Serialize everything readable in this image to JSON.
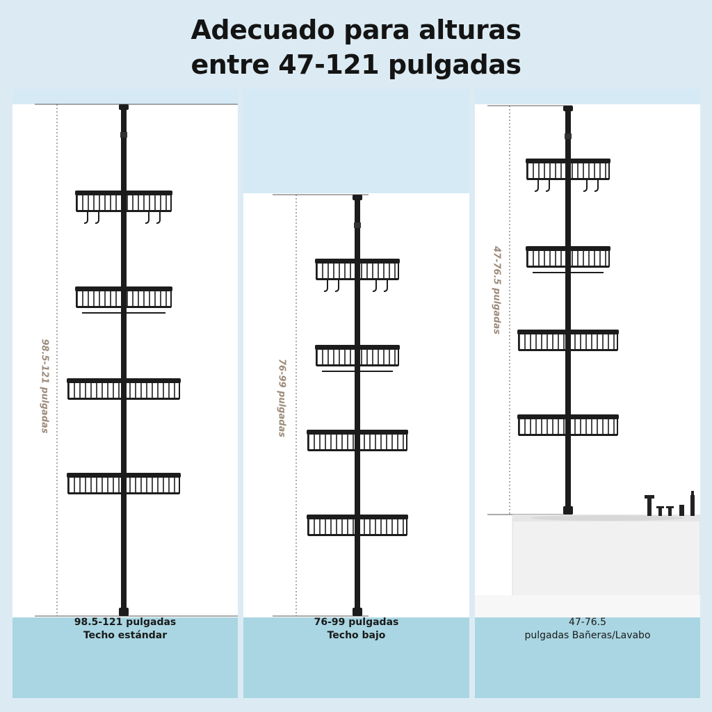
{
  "title": {
    "line1": "Adecuado para alturas",
    "line2": "entre 47-121 pulgadas"
  },
  "panels": [
    {
      "height_label": "98.5-121 pulgadas",
      "caption_line1": "98.5-121 pulgadas",
      "caption_line2": "Techo estándar"
    },
    {
      "height_label": "76-99 pulgadas",
      "caption_line1": "76-99 pulgadas",
      "caption_line2": "Techo bajo"
    },
    {
      "height_label": "47-76.5 pulgadas",
      "caption_line1": "47-76.5",
      "caption_line2": "pulgadas Bañeras/Lavabo"
    }
  ],
  "colors": {
    "background": "#dcebf3",
    "footer": "#a9d6e2",
    "top_band": "#d5eaf4",
    "label": "#9c8b7a",
    "shelf": "#1c1c1c"
  }
}
